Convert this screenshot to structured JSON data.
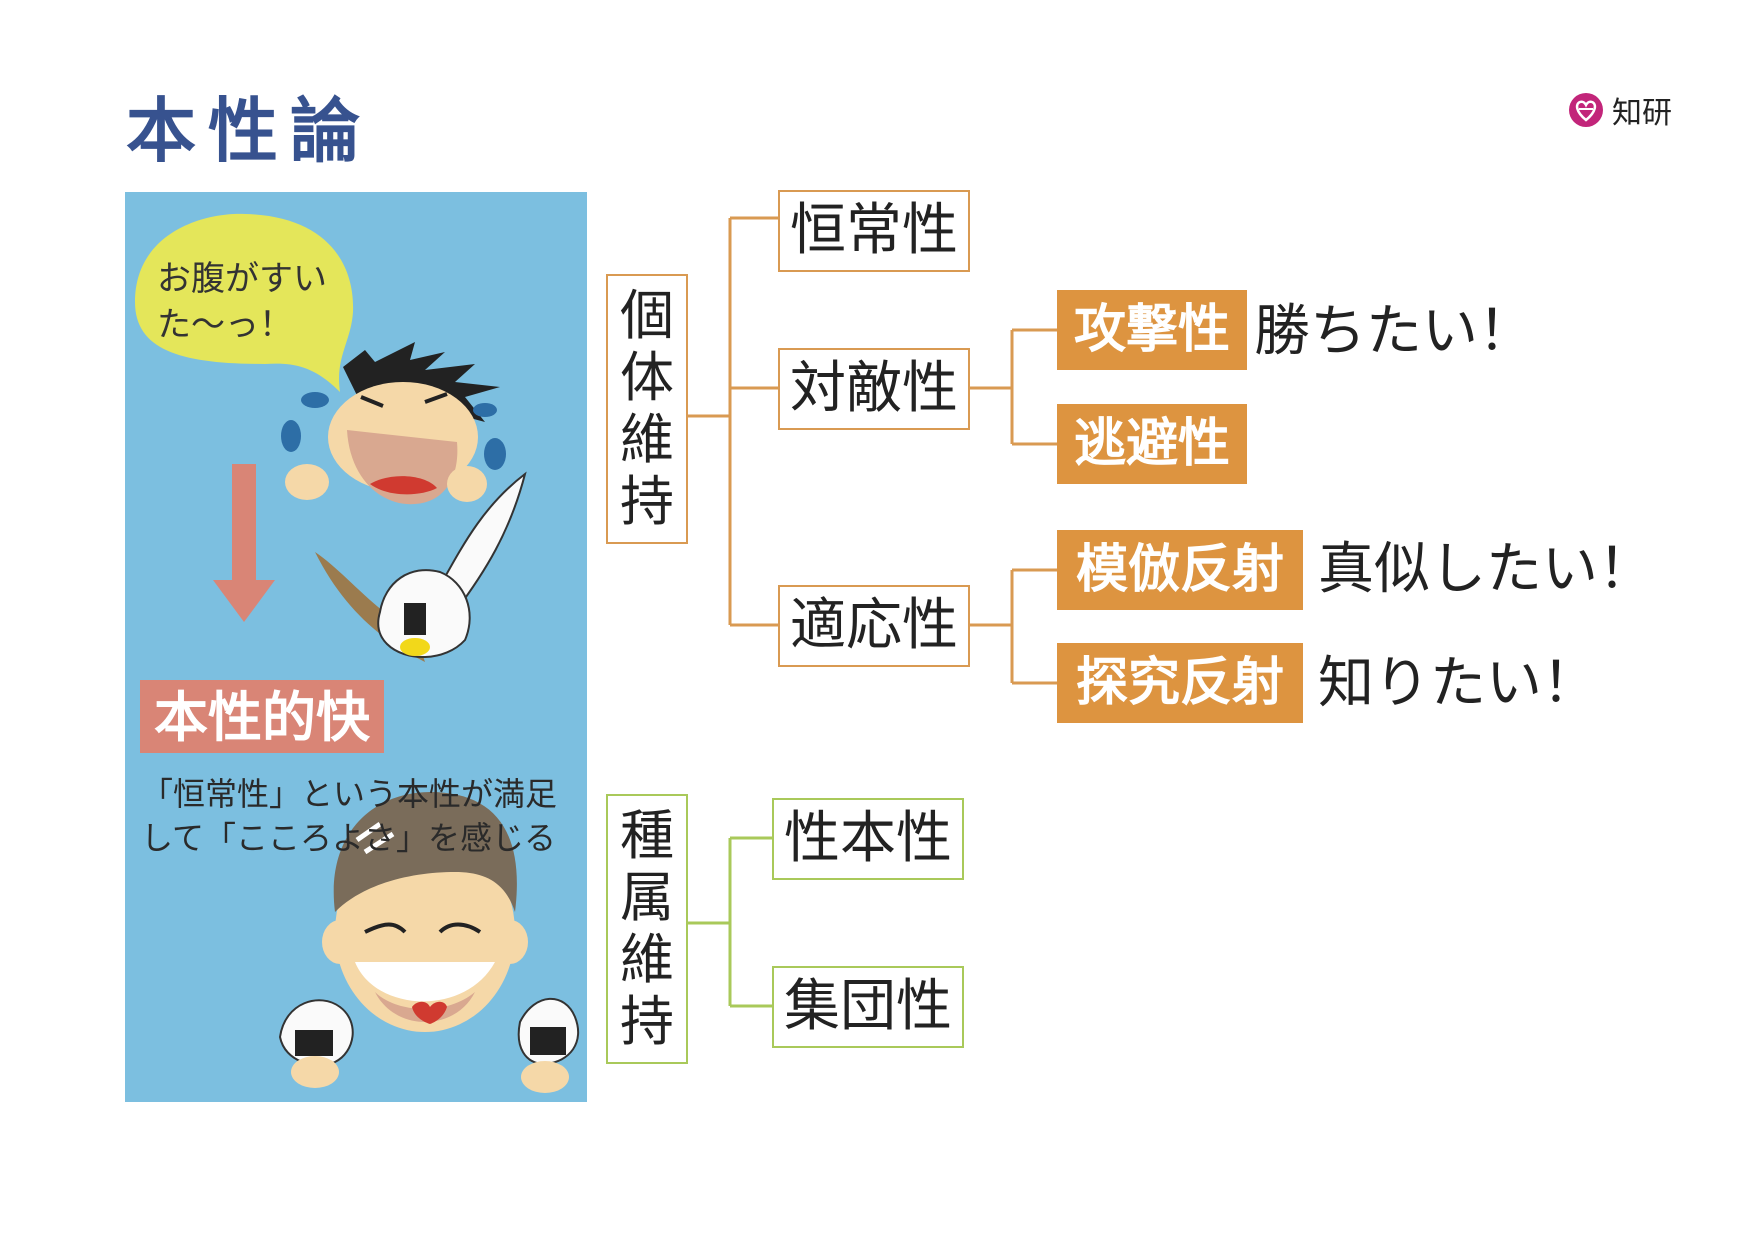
{
  "title": "本性論",
  "logo": {
    "text": "知研",
    "color": "#c2257a"
  },
  "panel": {
    "speech": "お腹がすいた〜っ！",
    "pleasure_label": "本性的快",
    "caption": "「恒常性」という本性が満足して「こころよさ」を感じる"
  },
  "diagram": {
    "individual": {
      "label": "個体維持",
      "chars": [
        "個",
        "体",
        "維",
        "持"
      ]
    },
    "species": {
      "label": "種属維持",
      "chars": [
        "種",
        "属",
        "維",
        "持"
      ]
    },
    "homeostasis": "恒常性",
    "hostility": "対敵性",
    "adaptation": "適応性",
    "aggression": "攻撃性",
    "escape": "逃避性",
    "imitation": "模倣反射",
    "exploration": "探究反射",
    "sexuality": "性本性",
    "collectivity": "集団性",
    "want_win": "勝ちたい！",
    "want_imitate": "真似したい！",
    "want_know": "知りたい！"
  },
  "colors": {
    "title": "#37528f",
    "panel": "#7cbfe0",
    "orange": "#dd9440",
    "line_orange": "#d99a52",
    "line_green": "#a9c95a",
    "pleasure": "#d98576"
  }
}
